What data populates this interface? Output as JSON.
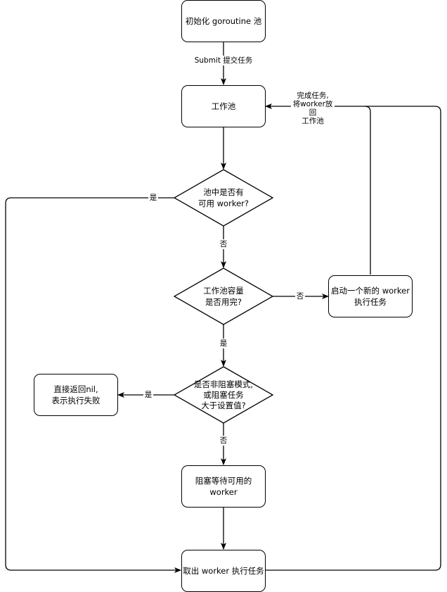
{
  "nodes": {
    "init": "初始化 goroutine 池",
    "pool": "工作池",
    "has_worker": "池中是否有\n可用 worker?",
    "capacity_full": "工作池容量\n是否用完?",
    "start_worker": "启动一个新的 worker\n执行任务",
    "nonblocking": "是否非阻塞模式,\n或阻塞任务\n大于设置值?",
    "return_nil": "直接返回nil,\n表示执行失败",
    "block_wait": "阻塞等待可用的\nworker",
    "execute": "取出 worker 执行任务"
  },
  "edges": {
    "submit": "Submit 提交任务",
    "return_worker": "完成任务,\n将worker放回\n工作池",
    "yes_has_worker": "是",
    "no_has_worker": "否",
    "no_capacity": "否",
    "yes_capacity": "是",
    "yes_nonblocking": "是",
    "no_nonblocking": "否"
  },
  "colors": {
    "stroke": "#000000",
    "fill": "#ffffff"
  }
}
